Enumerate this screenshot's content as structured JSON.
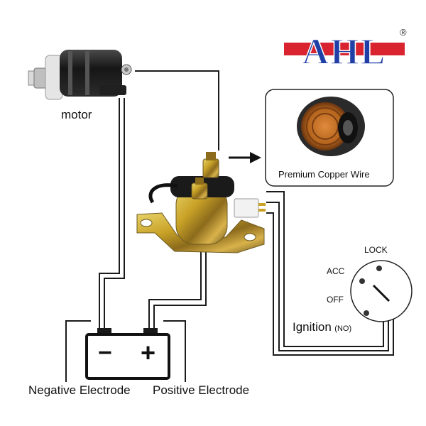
{
  "brand": {
    "logo_text": "AHL",
    "registered_mark": "®",
    "blue": "#1f3fa6",
    "red": "#d9232e"
  },
  "labels": {
    "motor": "motor",
    "copper_wire": "Premium Copper Wire",
    "ignition": "Ignition",
    "ignition_mode": "(NO)",
    "negative_electrode": "Negative Electrode",
    "positive_electrode": "Positive Electrode"
  },
  "ignition_switch": {
    "positions": [
      "LOCK",
      "ACC",
      "OFF"
    ]
  },
  "battery": {
    "negative_symbol": "−",
    "positive_symbol": "+"
  },
  "colors": {
    "wire": "#1a1a1a",
    "solenoid_gold": "#c9a227",
    "copper": "#b5651d"
  }
}
